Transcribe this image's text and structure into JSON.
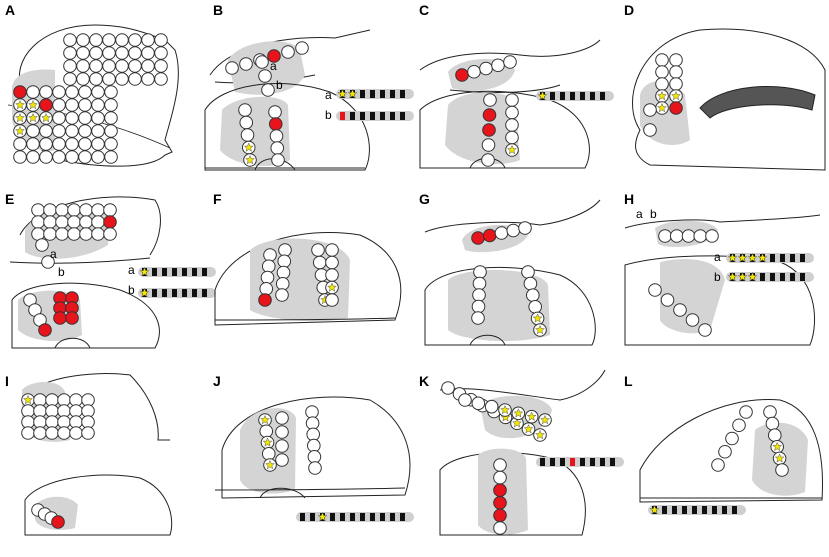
{
  "panels": [
    {
      "id": "A",
      "label": "A"
    },
    {
      "id": "B",
      "label": "B",
      "strip_labels": [
        "a",
        "b"
      ],
      "electrode_labels": [
        "a",
        "b"
      ]
    },
    {
      "id": "C",
      "label": "C"
    },
    {
      "id": "D",
      "label": "D"
    },
    {
      "id": "E",
      "label": "E",
      "strip_labels": [
        "a",
        "b"
      ],
      "electrode_labels": [
        "a",
        "b"
      ]
    },
    {
      "id": "F",
      "label": "F"
    },
    {
      "id": "G",
      "label": "G"
    },
    {
      "id": "H",
      "label": "H",
      "strip_labels": [
        "a",
        "b"
      ],
      "electrode_labels": [
        "a",
        "b"
      ]
    },
    {
      "id": "I",
      "label": "I"
    },
    {
      "id": "J",
      "label": "J"
    },
    {
      "id": "K",
      "label": "K"
    },
    {
      "id": "L",
      "label": "L"
    }
  ],
  "legend_colors": {
    "resected_area": "#d4d4d4",
    "seizure_onset": "#e8141b",
    "spike_marker": "#f2e600",
    "electrode_outline": "#333333"
  }
}
